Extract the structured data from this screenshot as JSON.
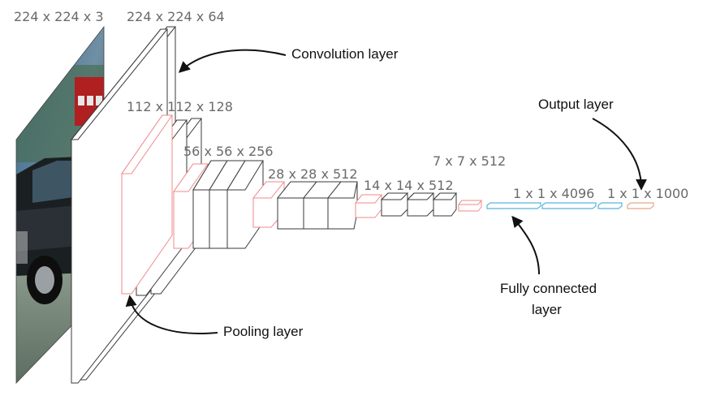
{
  "labels": {
    "input": "224 x 224 x 3",
    "conv1": "224 x 224 x 64",
    "conv2": "112 x 112 x 128",
    "conv3": "56 x 56 x 256",
    "conv4": "28 x 28 x 512",
    "conv5": "14 x 14 x 512",
    "pool5": "7 x 7 x 512",
    "fc": "1 x 1 x 4096",
    "output": "1 x 1 x 1000"
  },
  "annotations": {
    "convolution": "Convolution layer",
    "pooling": "Pooling layer",
    "output": "Output layer",
    "fully_connected_1": "Fully connected",
    "fully_connected_2": "layer"
  },
  "colors": {
    "conv_edge": "#3a3a3a",
    "pool_edge": "#f08a8a",
    "fc_edge": "#58b4dc",
    "output_edge": "#e8a888"
  },
  "icons": {
    "input_image": "car-photo-icon"
  }
}
